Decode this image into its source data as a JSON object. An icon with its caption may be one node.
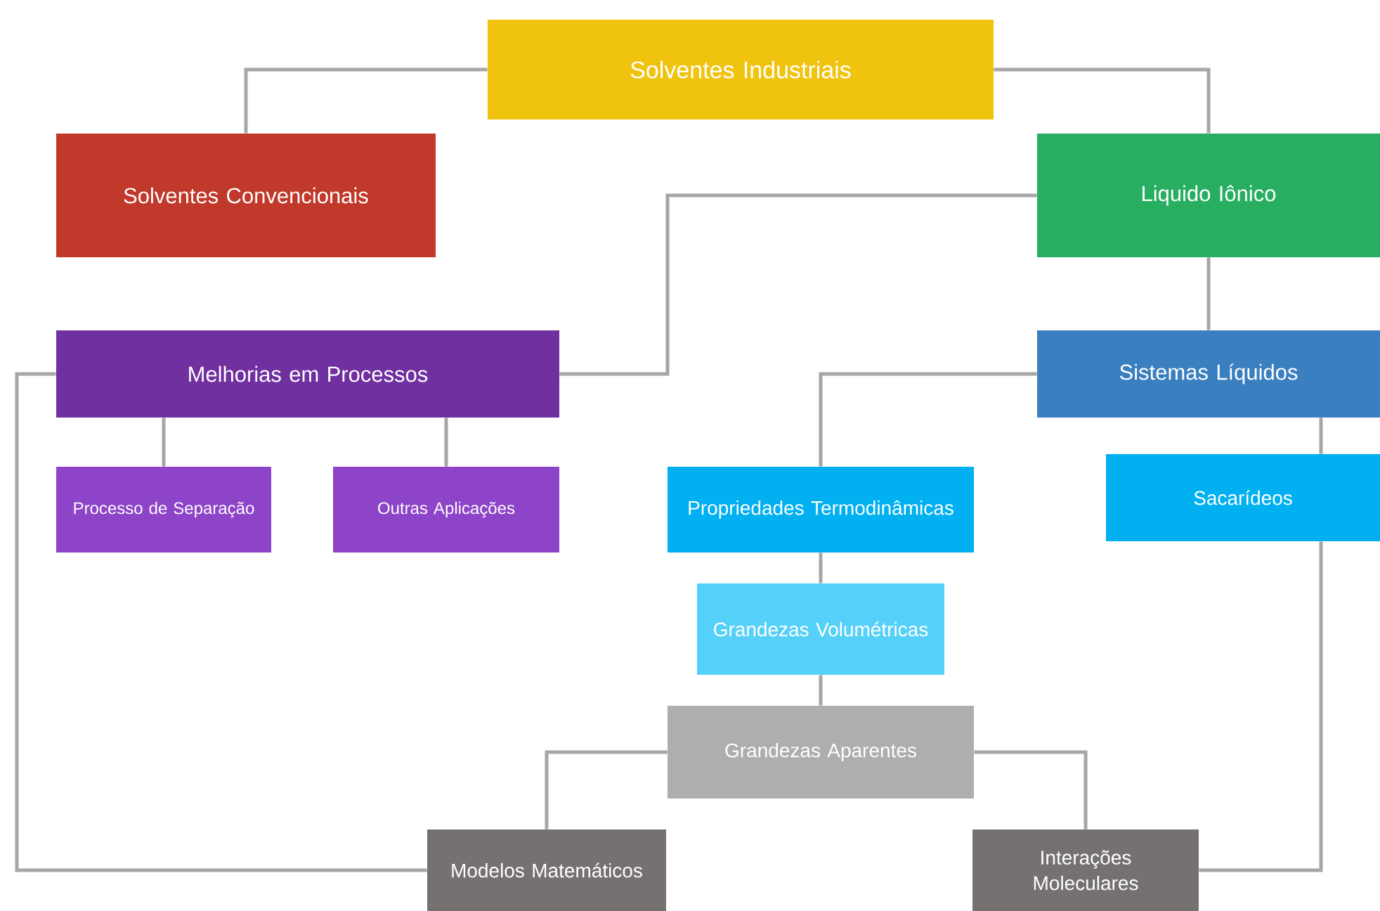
{
  "diagram": {
    "nodes": [
      {
        "text": [
          "Solventes Industriais"
        ]
      },
      {
        "text": [
          "Solventes Convencionais"
        ]
      },
      {
        "text": [
          "Liquido Iônico"
        ]
      },
      {
        "text": [
          "Melhorias em Processos"
        ]
      },
      {
        "text": [
          "Sistemas Líquidos"
        ]
      },
      {
        "text": [
          "Processo de Separação"
        ]
      },
      {
        "text": [
          "Outras Aplicações"
        ]
      },
      {
        "text": [
          "Propriedades Termodinâmicas"
        ]
      },
      {
        "text": [
          "Sacarídeos"
        ]
      },
      {
        "text": [
          "Grandezas Volumétricas"
        ]
      },
      {
        "text": [
          "Grandezas Aparentes"
        ]
      },
      {
        "text": [
          "Modelos Matemáticos"
        ]
      },
      {
        "text": [
          "Interações Moleculares"
        ]
      }
    ],
    "edges": [
      {
        "from": 0,
        "to": 1,
        "arrow": "none"
      },
      {
        "from": 0,
        "to": 2,
        "arrow": "none"
      },
      {
        "from": 2,
        "to": 3,
        "arrow": "none"
      },
      {
        "from": 2,
        "to": 4,
        "arrow": "none"
      },
      {
        "from": 3,
        "to": 5,
        "arrow": "none"
      },
      {
        "from": 3,
        "to": 6,
        "arrow": "none"
      },
      {
        "from": 4,
        "to": 7,
        "arrow": "none"
      },
      {
        "from": 4,
        "to": 8,
        "arrow": "none"
      },
      {
        "from": 7,
        "to": 9,
        "arrow": "none"
      },
      {
        "from": 9,
        "to": 10,
        "arrow": "none"
      },
      {
        "from": 10,
        "to": 11,
        "arrow": "none"
      },
      {
        "from": 10,
        "to": 12,
        "arrow": "none"
      },
      {
        "from": 3,
        "to": 11,
        "arrow": "none"
      },
      {
        "from": 8,
        "to": 12,
        "arrow": "none"
      }
    ]
  }
}
